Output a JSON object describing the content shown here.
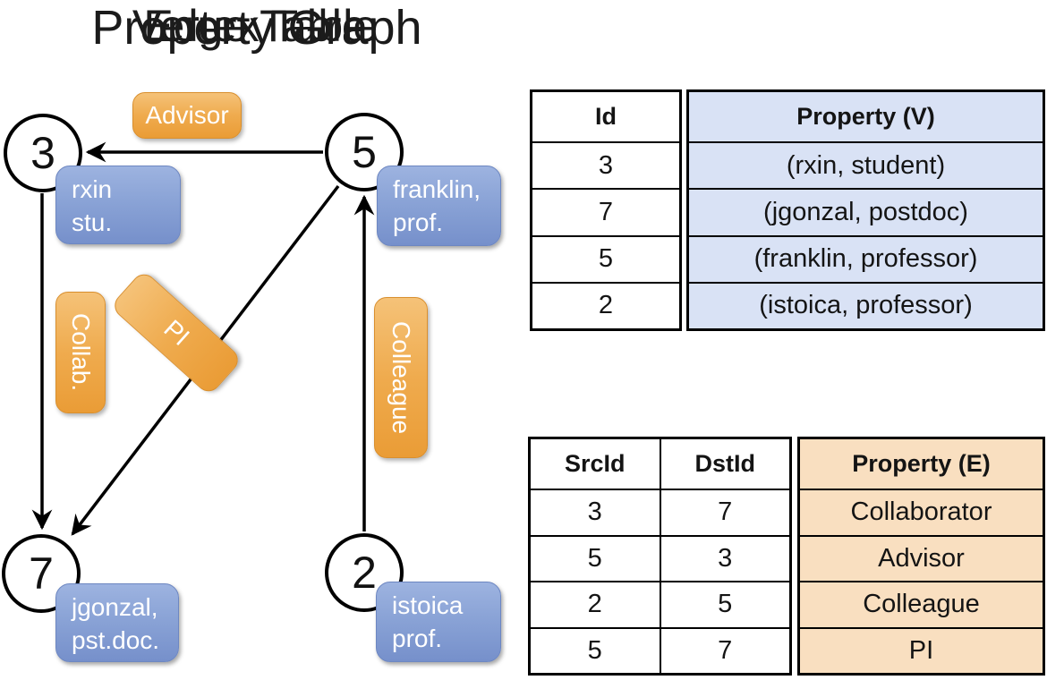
{
  "graph": {
    "title": "Property Graph",
    "nodes": {
      "n3": "3",
      "n5": "5",
      "n7": "7",
      "n2": "2"
    },
    "vertex_labels": {
      "rxin": {
        "lines": [
          "rxin",
          "stu."
        ]
      },
      "franklin": {
        "lines": [
          "franklin,",
          "prof."
        ]
      },
      "jgonzal": {
        "lines": [
          "jgonzal,",
          "pst.doc."
        ]
      },
      "istoica": {
        "lines": [
          "istoica",
          "prof."
        ]
      }
    },
    "edge_labels": {
      "advisor": "Advisor",
      "collab": "Collab.",
      "pi": "PI",
      "colleague": "Colleague"
    },
    "edges": [
      {
        "from": "5",
        "to": "3",
        "label": "Advisor"
      },
      {
        "from": "3",
        "to": "7",
        "label": "Collab."
      },
      {
        "from": "5",
        "to": "7",
        "label": "PI"
      },
      {
        "from": "2",
        "to": "5",
        "label": "Colleague"
      }
    ]
  },
  "vertex_table": {
    "title": "Vertex Table",
    "columns": [
      "Id",
      "Property (V)"
    ],
    "rows": [
      [
        "3",
        "(rxin, student)"
      ],
      [
        "7",
        "(jgonzal, postdoc)"
      ],
      [
        "5",
        "(franklin, professor)"
      ],
      [
        "2",
        "(istoica, professor)"
      ]
    ]
  },
  "edge_table": {
    "title": "Edge Table",
    "columns": [
      "SrcId",
      "DstId",
      "Property (E)"
    ],
    "rows": [
      [
        "3",
        "7",
        "Collaborator"
      ],
      [
        "5",
        "3",
        "Advisor"
      ],
      [
        "2",
        "5",
        "Colleague"
      ],
      [
        "5",
        "7",
        "PI"
      ]
    ]
  },
  "colors": {
    "vertex_box_top": "#9db3e0",
    "vertex_box_bottom": "#7690cb",
    "edge_box_top": "#f5c278",
    "edge_box_bottom": "#ea9c36",
    "vertex_property_bg": "#d9e2f5",
    "edge_property_bg": "#f9dfc0",
    "line": "#000000",
    "box_text": "#ffffff"
  }
}
